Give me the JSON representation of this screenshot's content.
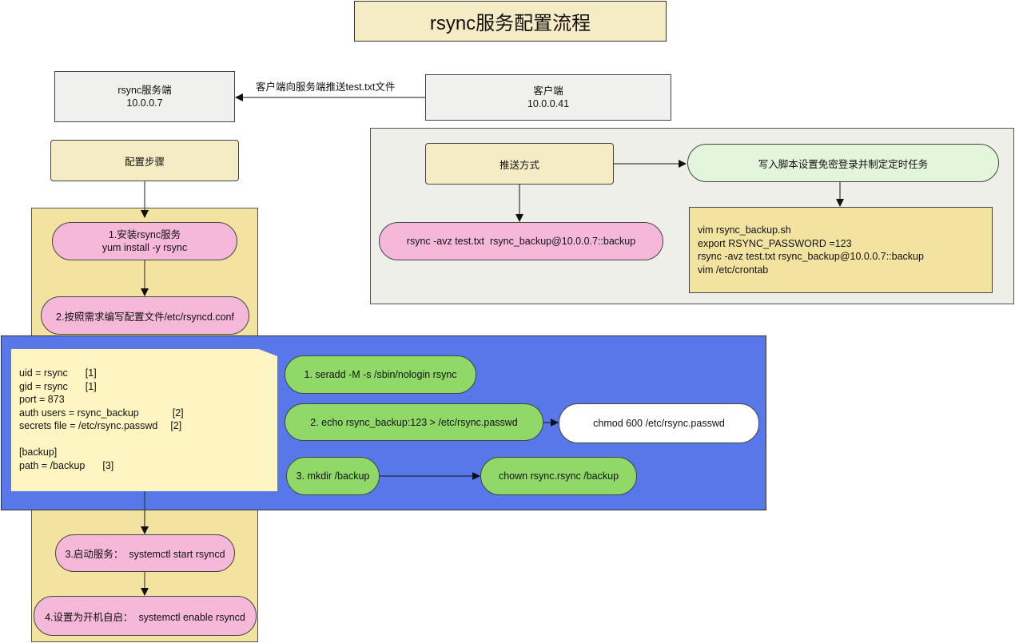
{
  "title": "rsync服务配置流程",
  "server": {
    "name": "rsync服务端",
    "ip": "10.0.0.7"
  },
  "client": {
    "name": "客户端",
    "ip": "10.0.0.41"
  },
  "push_edge_label": "客户端向服务端推送test.txt文件",
  "client_group": {
    "push_method": "推送方式",
    "push_command": "rsync -avz test.txt  rsync_backup@10.0.0.7::backup",
    "script_task": "写入脚本设置免密登录并制定定时任务",
    "script_lines": [
      "vim rsync_backup.sh",
      "export RSYNC_PASSWORD =123",
      "rsync -avz test.txt rsync_backup@10.0.0.7::backup",
      "vim /etc/crontab"
    ]
  },
  "steps": {
    "header": "配置步骤",
    "step1_line1": "1.安装rsync服务",
    "step1_line2": "yum install -y rsync",
    "step2": "2.按照需求编写配置文件/etc/rsyncd.conf",
    "step3": "3.启动服务：  systemctl start rsyncd",
    "step4": "4.设置为开机自启：  systemctl enable rsyncd"
  },
  "config_note": {
    "lines": [
      {
        "text": "uid = rsync",
        "tag": "[1]"
      },
      {
        "text": "gid = rsync",
        "tag": "[1]"
      },
      {
        "text": "port = 873",
        "tag": ""
      },
      {
        "text": "auth users = rsync_backup",
        "tag": "[2]"
      },
      {
        "text": "secrets file = /etc/rsync.passwd",
        "tag": "[2]"
      },
      {
        "text": "",
        "tag": ""
      },
      {
        "text": "[backup]",
        "tag": ""
      },
      {
        "text": "path = /backup",
        "tag": "[3]"
      }
    ]
  },
  "prereq": {
    "useradd": "1. seradd -M -s /sbin/nologin rsync",
    "echo_passwd": "2. echo rsync_backup:123 > /etc/rsync.passwd",
    "chmod": "chmod 600 /etc/rsync.passwd",
    "mkdir": "3. mkdir /backup",
    "chown": "chown rsync.rsync /backup"
  },
  "colors": {
    "title_bg": "#f5ebc4",
    "group_blue": "#5877e8",
    "pink": "#f5b8d8",
    "green": "#90d868",
    "note_bg": "#fff5c2"
  }
}
